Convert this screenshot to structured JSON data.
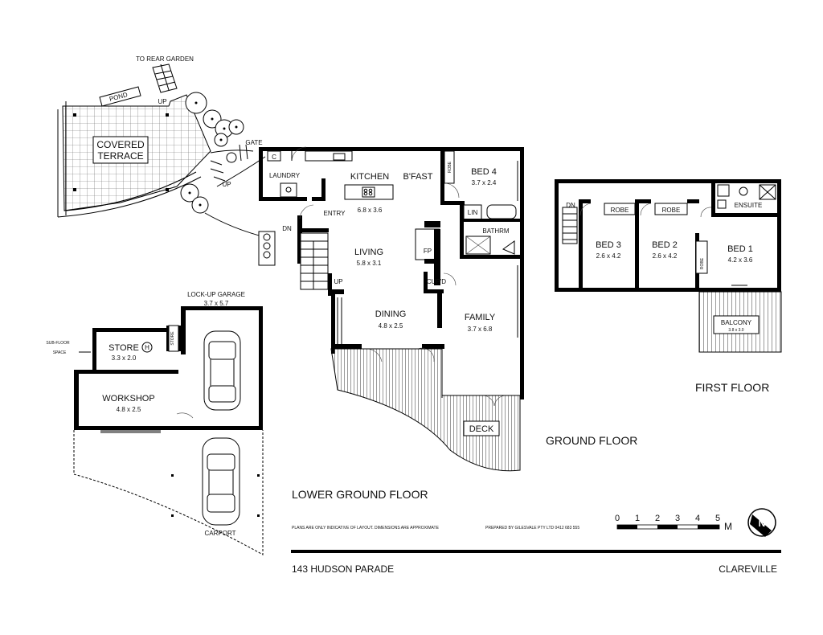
{
  "title": {
    "address": "143 HUDSON PARADE",
    "suburb": "CLAREVILLE"
  },
  "floors": {
    "lower_ground": "LOWER GROUND FLOOR",
    "ground": "GROUND FLOOR",
    "first": "FIRST FLOOR"
  },
  "labels": {
    "to_rear_garden": "TO REAR GARDEN",
    "pond": "POND",
    "up": "UP",
    "dn": "DN",
    "gate": "GATE",
    "covered_terrace": [
      "COVERED",
      "TERRACE"
    ],
    "laundry": "LAUNDRY",
    "c": "C",
    "kitchen": "KITCHEN",
    "kitchen_dim": "6.8 x 3.6",
    "bfast": "B'FAST",
    "bed4": "BED 4",
    "bed4_dim": "3.7 x 2.4",
    "robe": "ROBE",
    "lin": "LIN",
    "bathrm": "BATHRM",
    "entry": "ENTRY",
    "living": "LIVING",
    "living_dim": "5.8 x 3.1",
    "fp": "FP",
    "cupd": "CUP'D",
    "dining": "DINING",
    "dining_dim": "4.8 x 2.5",
    "family": "FAMILY",
    "family_dim": "3.7 x 6.8",
    "deck": "DECK",
    "lockup_garage": "LOCK-UP GARAGE",
    "garage_dim": "3.7 x 5.7",
    "sub_floor": [
      "SUB-FLOOR",
      "SPACE"
    ],
    "store": "STORE",
    "store_dim": "3.3 x 2.0",
    "h": "H",
    "workshop": "WORKSHOP",
    "workshop_dim": "4.8 x 2.5",
    "carport": "CARPORT",
    "bed3": "BED 3",
    "bed3_dim": "2.6 x 4.2",
    "bed2": "BED 2",
    "bed2_dim": "2.6 x 4.2",
    "bed1": "BED 1",
    "bed1_dim": "4.2 x 3.6",
    "ensuite": "ENSUITE",
    "balcony": "BALCONY",
    "balcony_dim": "3.8 x 3.0"
  },
  "notes": {
    "disclaimer": "PLANS ARE ONLY INDICATIVE OF LAYOUT. DIMENSIONS ARE APPROXIMATE",
    "prepared_by": "PREPARED BY GILESVALE PTY LTD  0412 683 555"
  },
  "scale": {
    "ticks": [
      "0",
      "1",
      "2",
      "3",
      "4",
      "5"
    ],
    "unit": "M"
  },
  "compass": {
    "letter": "N"
  },
  "colors": {
    "wall": "#000000",
    "line": "#000000",
    "background": "#ffffff"
  }
}
